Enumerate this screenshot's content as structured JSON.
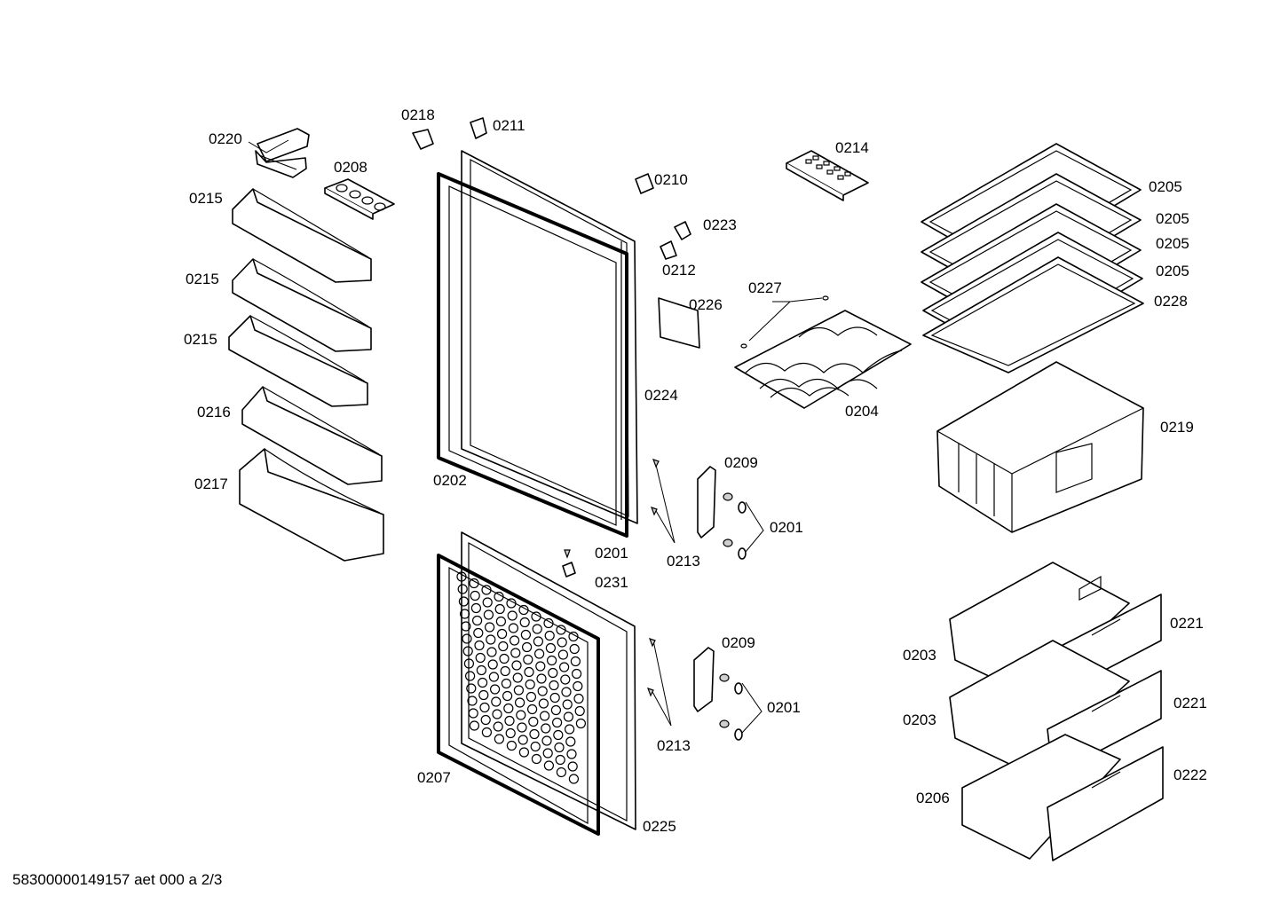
{
  "diagram": {
    "labels": {
      "p0220": "0220",
      "p0208": "0208",
      "p0218": "0218",
      "p0211": "0211",
      "p0215a": "0215",
      "p0215b": "0215",
      "p0215c": "0215",
      "p0216": "0216",
      "p0217": "0217",
      "p0202": "0202",
      "p0224": "0224",
      "p0210": "0210",
      "p0223": "0223",
      "p0212": "0212",
      "p0226": "0226",
      "p0214": "0214",
      "p0227": "0227",
      "p0204": "0204",
      "p0205a": "0205",
      "p0205b": "0205",
      "p0205c": "0205",
      "p0205d": "0205",
      "p0228": "0228",
      "p0219": "0219",
      "p0209a": "0209",
      "p0201a": "0201",
      "p0213a": "0213",
      "p0201b": "0201",
      "p0231": "0231",
      "p0209b": "0209",
      "p0201c": "0201",
      "p0213b": "0213",
      "p0207": "0207",
      "p0225": "0225",
      "p0221a": "0221",
      "p0203a": "0203",
      "p0221b": "0221",
      "p0203b": "0203",
      "p0222": "0222",
      "p0206": "0206"
    },
    "footer": "58300000149157 aet 000 a 2/3"
  }
}
